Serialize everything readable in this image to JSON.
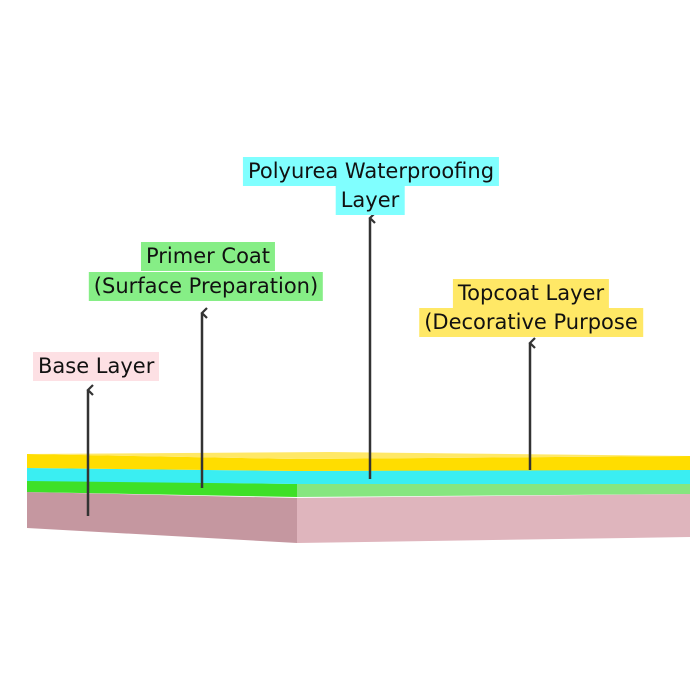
{
  "labels": {
    "base": {
      "text": "Base Layer",
      "color": "#fde0e4"
    },
    "primer": {
      "line1": "Primer Coat",
      "line2": "(Surface Preparation)",
      "color": "#86ee86"
    },
    "polyurea": {
      "line1": "Polyurea Waterproofing",
      "line2": "Layer",
      "color": "#80ffff"
    },
    "topcoat": {
      "line1": "Topcoat Layer",
      "line2": "(Decorative Purpose",
      "color": "#ffe866"
    }
  },
  "layers": {
    "topcoat_color": "#ffdd00",
    "polyurea_color": "#3aeef2",
    "primer_color": "#3ee028",
    "primer_light_color": "#86e680",
    "base_color": "#c597a0",
    "base_light_color": "#dfb5bd"
  }
}
